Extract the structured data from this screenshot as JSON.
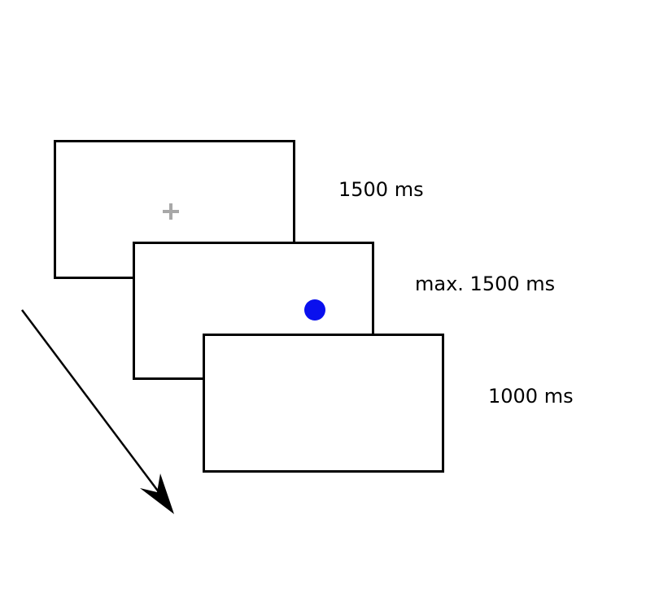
{
  "trial_sequence": {
    "screens": [
      {
        "stimulus": "fixation-cross",
        "duration_label": "1500 ms"
      },
      {
        "stimulus": "target-dot",
        "duration_label": "max. 1500 ms"
      },
      {
        "stimulus": "blank",
        "duration_label": "1000 ms"
      }
    ],
    "colors": {
      "frame_border": "#000000",
      "fixation_cross": "#a8a8a8",
      "target_dot": "#0a10ee",
      "arrow": "#000000"
    },
    "icons": {
      "fixation": "plus-icon",
      "target": "circle-icon",
      "time_direction": "arrow-down-right-icon"
    }
  }
}
